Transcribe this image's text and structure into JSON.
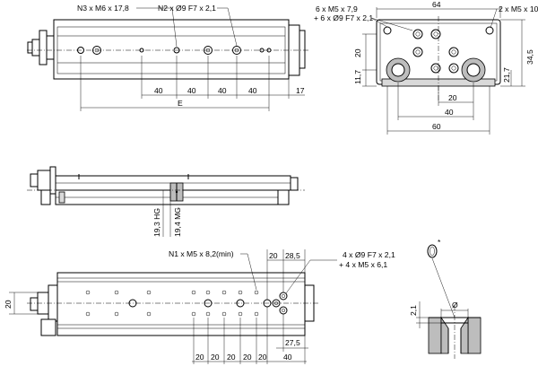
{
  "top_view": {
    "callout_n3": "N3 x M6 x 17,8",
    "callout_n2": "N2 x Ø9 F7 x 2,1",
    "dim_40_a": "40",
    "dim_40_b": "40",
    "dim_40_c": "40",
    "dim_40_d": "40",
    "dim_17": "17",
    "dim_e": "E"
  },
  "end_view": {
    "callout_m5x79": "6 x M5 x 7,9",
    "callout_o9": "+ 6 x Ø9 F7 x 2,1",
    "callout_m5x10": "2 x M5 x 10",
    "dim_64": "64",
    "dim_20_v": "20",
    "dim_11_7": "11,7",
    "dim_34_5": "34,5",
    "dim_21_7": "21,7",
    "dim_20_h": "20",
    "dim_40": "40",
    "dim_60": "60"
  },
  "side_view": {
    "dim_hg": "19,3 HG",
    "dim_mg": "19,4 MG"
  },
  "bottom_view": {
    "callout_n1": "N1 x M5 x 8,2(min)",
    "callout_o9": "4 x Ø9 F7 x 2,1",
    "callout_m5": "+ 4 x M5 x 6,1",
    "dim_20_top": "20",
    "dim_28_5": "28,5",
    "dim_20_left": "20",
    "dim_27_5": "27,5",
    "dims_bottom": [
      "20",
      "20",
      "20",
      "20",
      "20",
      "40"
    ]
  },
  "detail": {
    "star": "*",
    "dim_2_1": "2,1",
    "dim_phi": "Ø"
  }
}
